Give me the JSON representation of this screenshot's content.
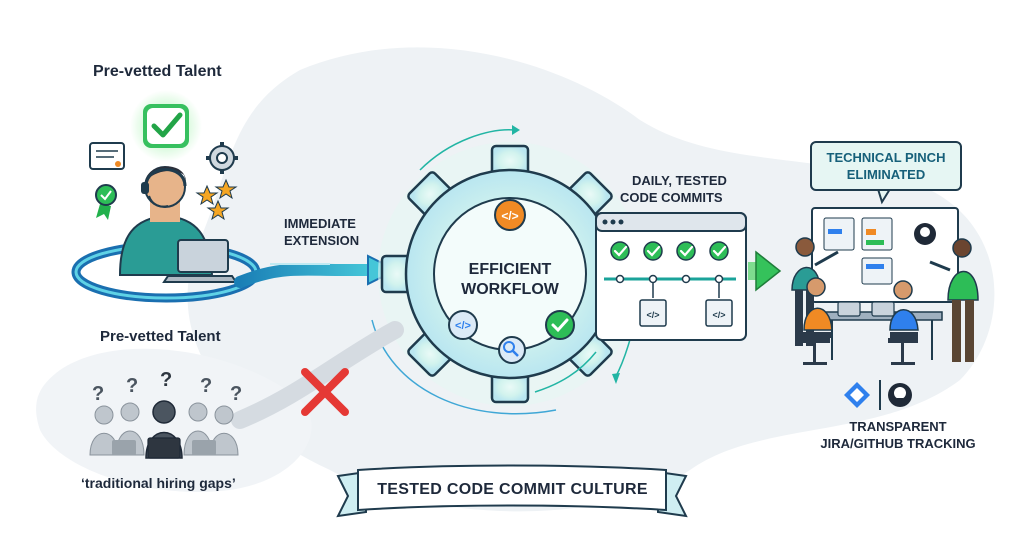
{
  "labels": {
    "pre_vetted_top": "Pre-vetted Talent",
    "pre_vetted_bottom": "Pre-vetted Talent",
    "immediate_line1": "IMMEDIATE",
    "immediate_line2": "EXTENSION",
    "efficient_line1": "EFFICIENT",
    "efficient_line2": "WORKFLOW",
    "daily_line1": "DAILY, TESTED",
    "daily_line2": "CODE COMMITS",
    "technical_line1": "TECHNICAL PINCH",
    "technical_line2": "ELIMINATED",
    "transparent_line1": "TRANSPARENT",
    "transparent_line2": "JIRA/GITHUB TRACKING",
    "traditional": "‘traditional hiring gaps’",
    "ribbon": "TESTED CODE COMMIT CULTURE"
  },
  "colors": {
    "teal": "#1aa39a",
    "green": "#22b14c",
    "navy": "#1f3b4d",
    "blue": "#2f80ed",
    "orange": "#f08a24",
    "red": "#e53935"
  },
  "icons": [
    "check-badge-icon",
    "certificate-icon",
    "medal-icon",
    "gear-icon",
    "stars-icon",
    "code-icon",
    "search-icon",
    "check-icon",
    "browser-window-icon",
    "jira-icon",
    "github-icon",
    "cross-icon",
    "question-mark-icon"
  ]
}
